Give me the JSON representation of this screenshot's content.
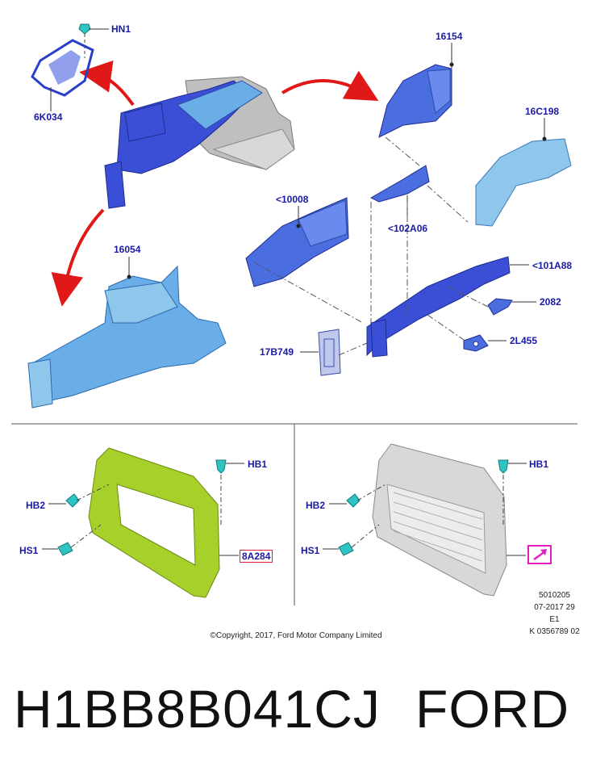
{
  "callouts": {
    "hn1": "HN1",
    "p6k034": "6K034",
    "p16154": "16154",
    "p16c198": "16C198",
    "p10008": "<10008",
    "p102a06": "<102A06",
    "p16054": "16054",
    "p101a88": "<101A88",
    "p2082": "2082",
    "p2l455": "2L455",
    "p17b749": "17B749",
    "left_hb1": "HB1",
    "left_hb2": "HB2",
    "left_hs1": "HS1",
    "p8a284": "8A284",
    "right_hb1": "HB1",
    "right_hb2": "HB2",
    "right_hs1": "HS1"
  },
  "copyright": "©Copyright, 2017, Ford Motor Company Limited",
  "reference": {
    "line1": "5010205",
    "line2": "07-2017 29",
    "line3": "E1",
    "line4": "K 0356789 02"
  },
  "part_number": "H1BB8B041CJ",
  "brand": "FORD",
  "colors": {
    "callout_text": "#1a1aa6",
    "part_blue_dark": "#3a4fd6",
    "part_blue_light": "#6aaee8",
    "radiator_support_green": "#a8d02a",
    "radiator_grey": "#d8d8d8",
    "fastener_cyan": "#2ec4c4",
    "highlight_red": "#e0203a",
    "arrow_red": "#e01818",
    "icon_magenta": "#e020c0"
  }
}
